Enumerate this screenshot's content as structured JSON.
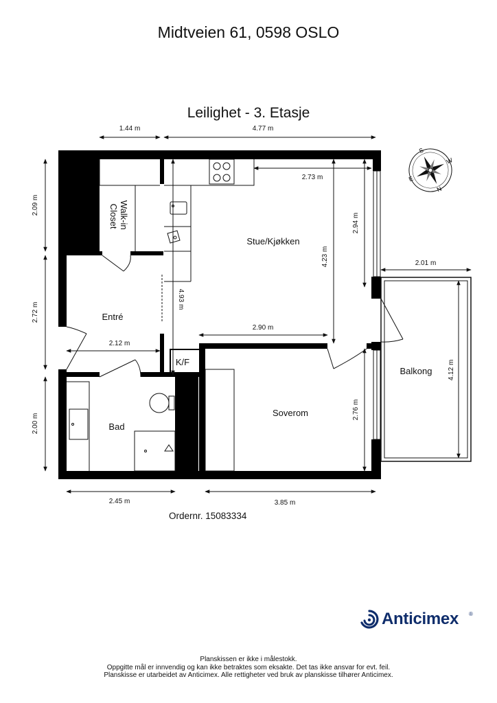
{
  "header": {
    "address": "Midtveien 61, 0598 OSLO",
    "floor": "Leilighet  - 3. Etasje"
  },
  "rooms": {
    "walkin_line1": "Walk-in",
    "walkin_line2": "Closet",
    "living": "Stue/Kjøkken",
    "entry": "Entré",
    "kf": "K/F",
    "bath": "Bad",
    "bedroom": "Soverom",
    "balcony": "Balkong"
  },
  "dimensions": {
    "top_left": "1.44 m",
    "top_right": "4.77 m",
    "left_1": "2.09 m",
    "left_2": "2.72 m",
    "left_3": "2.00 m",
    "kitchen_width": "2.73 m",
    "living_depth_small": "2.94 m",
    "living_depth": "4.23 m",
    "inner_vertical": "4.93 m",
    "living_width": "2.90 m",
    "entry_width": "2.12 m",
    "balcony_width": "2.01 m",
    "balcony_length": "4.12 m",
    "bedroom_depth": "2.76 m",
    "bottom_left": "2.45 m",
    "bottom_right": "3.85 m"
  },
  "compass": {
    "n": "N",
    "e": "E",
    "s": "S",
    "w": "W"
  },
  "order": "Ordernr. 15083334",
  "logo": {
    "name": "Anticimex",
    "reg": "®",
    "color": "#0f2d6b"
  },
  "footer": {
    "line1": "Planskissen er ikke i målestokk.",
    "line2": "Oppgitte mål er innvendig og kan ikke betraktes som eksakte. Det tas ikke ansvar for evt. feil.",
    "line3": "Planskisse er utarbeidet av Anticimex. Alle rettigheter ved bruk av planskisse tilhører Anticimex."
  }
}
